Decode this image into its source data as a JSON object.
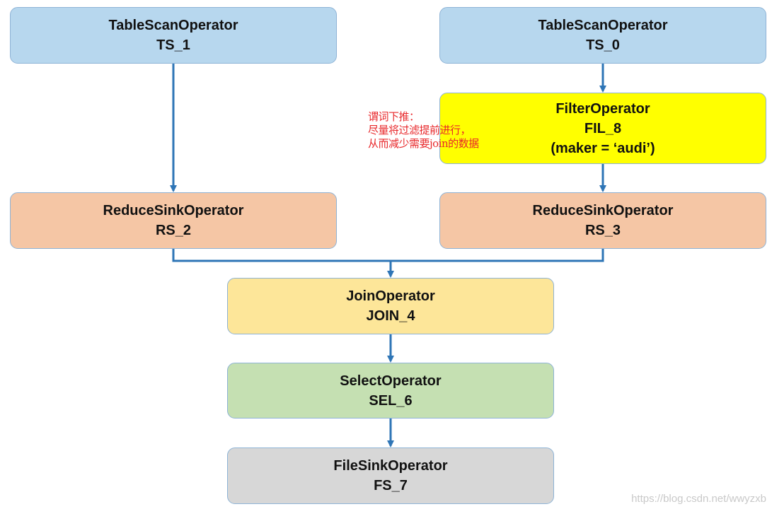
{
  "nodes": {
    "ts1": {
      "type": "TableScanOperator",
      "id": "TS_1"
    },
    "ts0": {
      "type": "TableScanOperator",
      "id": "TS_0"
    },
    "fil8": {
      "type": "FilterOperator",
      "id": "FIL_8",
      "predicate": "(maker = ‘audi’)"
    },
    "rs2": {
      "type": "ReduceSinkOperator",
      "id": "RS_2"
    },
    "rs3": {
      "type": "ReduceSinkOperator",
      "id": "RS_3"
    },
    "join4": {
      "type": "JoinOperator",
      "id": "JOIN_4"
    },
    "sel6": {
      "type": "SelectOperator",
      "id": "SEL_6"
    },
    "fs7": {
      "type": "FileSinkOperator",
      "id": "FS_7"
    }
  },
  "annotation": {
    "line1": "谓词下推：",
    "line2": "尽量将过滤提前进行，",
    "line3": "从而减少需要join的数据"
  },
  "watermark": "https://blog.csdn.net/wwyzxb",
  "colors": {
    "table_scan": "#b7d7ee",
    "filter": "#ffff00",
    "reduce_sink": "#f5c6a5",
    "join": "#fde699",
    "select": "#c5e0b2",
    "file_sink": "#d7d7d7",
    "edge": "#2e75b6",
    "annotation": "#e8282b"
  }
}
